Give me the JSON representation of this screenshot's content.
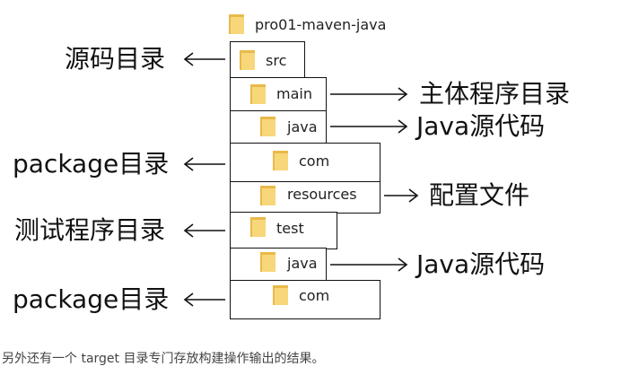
{
  "tree": {
    "root": "pro01-maven-java",
    "src": "src",
    "main": "main",
    "main_java": "java",
    "main_com": "com",
    "resources": "resources",
    "test": "test",
    "test_java": "java",
    "test_com": "com"
  },
  "annotations": {
    "src_label": "源码目录",
    "main_label": "主体程序目录",
    "main_java_label": "Java源代码",
    "main_com_label": "package目录",
    "resources_label": "配置文件",
    "test_label": "测试程序目录",
    "test_java_label": "Java源代码",
    "test_com_label": "package目录"
  },
  "icons": {
    "folder": "folder-icon",
    "arrow": "arrow-icon"
  },
  "colors": {
    "folder_fill": "#F7D77A",
    "folder_back": "#E9B949",
    "line": "#111111"
  },
  "footnote": "另外还有一个 target 目录专门存放构建操作输出的结果。"
}
